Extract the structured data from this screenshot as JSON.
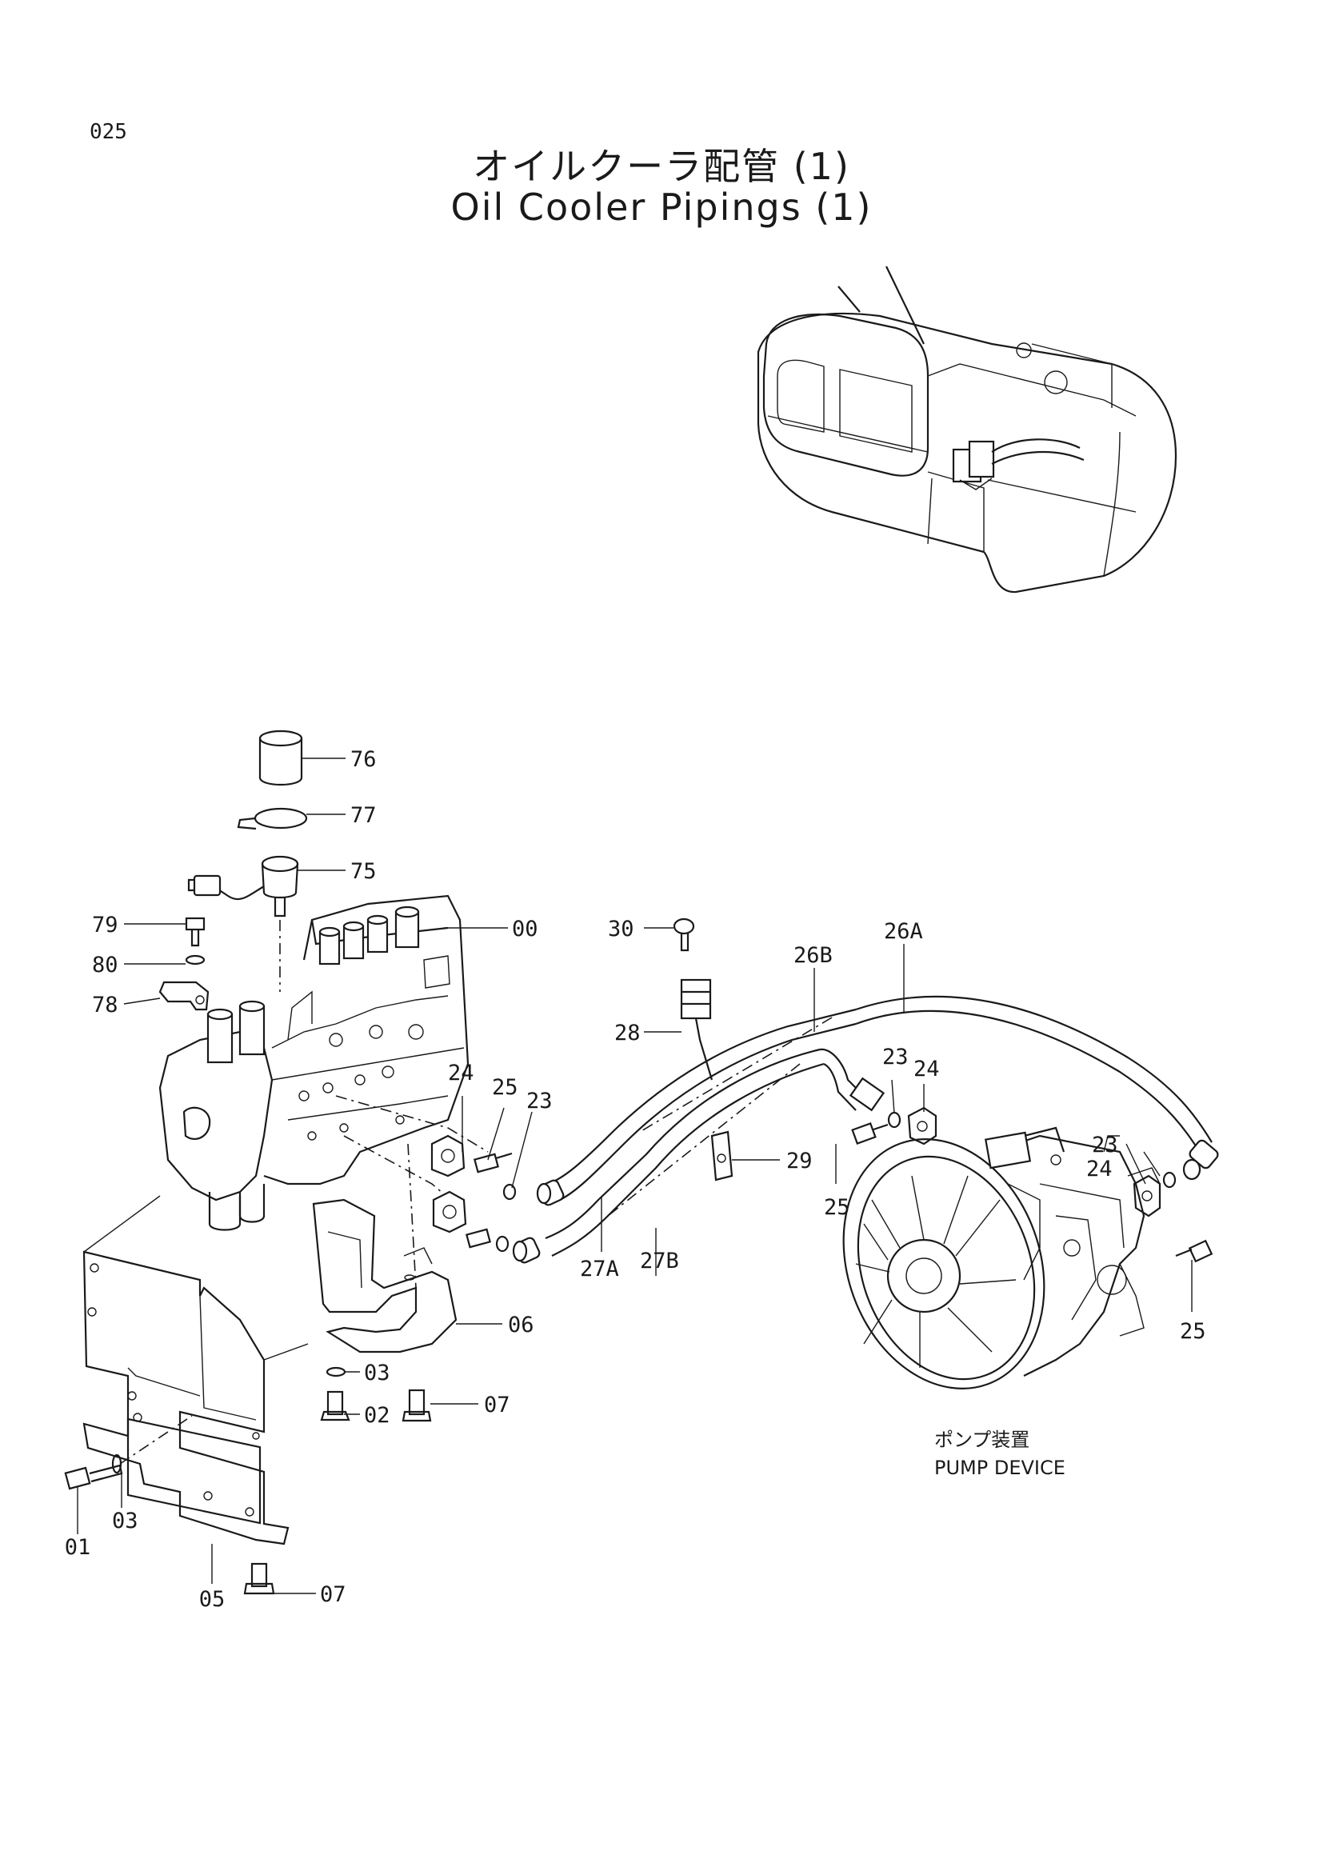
{
  "page_number": "025",
  "title_jp": "オイルクーラ配管 (1)",
  "title_en": "Oil Cooler Pipings (1)",
  "callouts": {
    "c00": "00",
    "c01": "01",
    "c02": "02",
    "c03a": "03",
    "c03b": "03",
    "c05": "05",
    "c06": "06",
    "c07a": "07",
    "c07b": "07",
    "c23a": "23",
    "c23b": "23",
    "c23c": "23",
    "c24a": "24",
    "c24b": "24",
    "c24c": "24",
    "c25a": "25",
    "c25b": "25",
    "c25c": "25",
    "c26a": "26A",
    "c26b": "26B",
    "c27a": "27A",
    "c27b": "27B",
    "c28": "28",
    "c29": "29",
    "c30": "30",
    "c75": "75",
    "c76": "76",
    "c77": "77",
    "c78": "78",
    "c79": "79",
    "c80": "80"
  },
  "pump_label_jp": "ポンプ装置",
  "pump_label_en": "PUMP DEVICE"
}
